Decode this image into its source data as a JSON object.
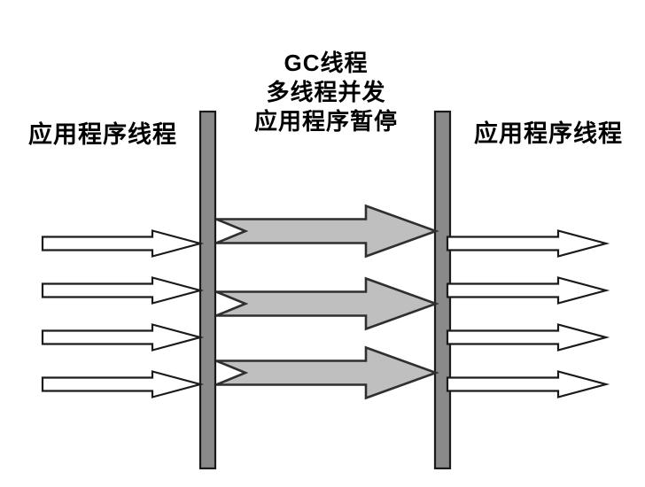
{
  "diagram": {
    "left_label": "应用程序线程",
    "center_label": {
      "line1": "GC线程",
      "line2": "多线程并发",
      "line3": "应用程序暂停"
    },
    "right_label": "应用程序线程",
    "counts": {
      "left_app_thread_arrows": 4,
      "gc_thread_arrows": 3,
      "right_app_thread_arrows": 4,
      "pause_barriers": 2
    },
    "colors": {
      "background": "#ffffff",
      "bar_fill": "#8a8a8a",
      "bar_stroke": "#1a1a1a",
      "gc_arrow_fill": "#bfbfbf",
      "gc_arrow_stroke": "#2f2f2f",
      "app_arrow_fill": "#ffffff",
      "app_arrow_stroke": "#1a1a1a",
      "text": "#000000"
    }
  }
}
